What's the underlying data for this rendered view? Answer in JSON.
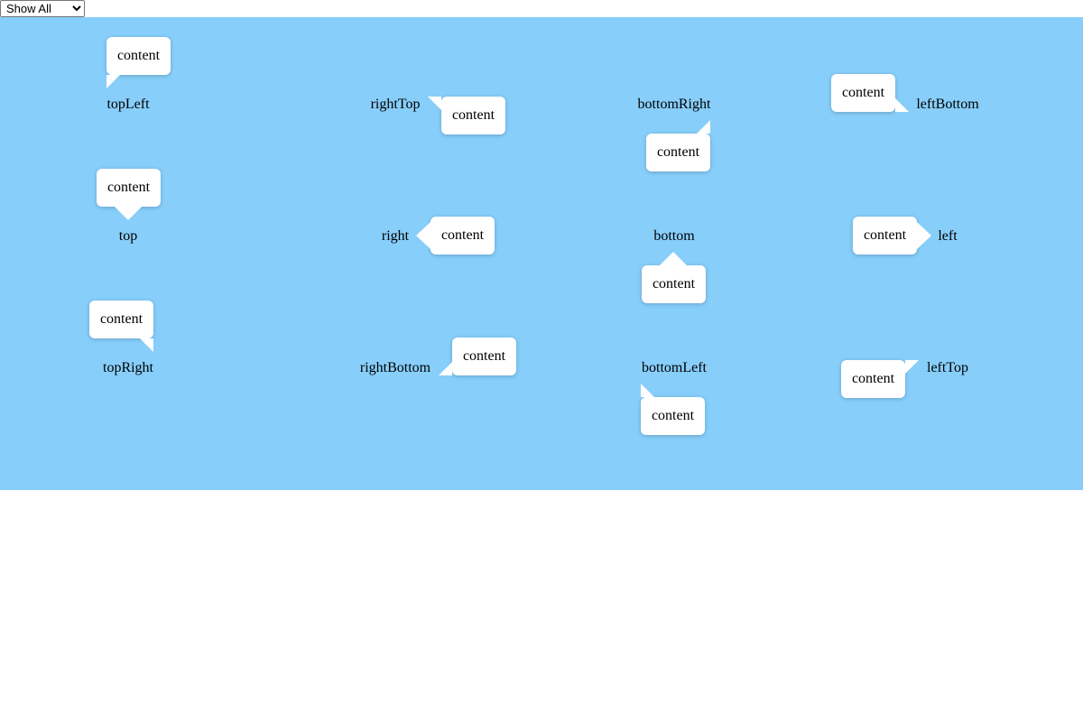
{
  "controls": {
    "mode_select": {
      "selected": "Show All",
      "options": [
        "Show All"
      ]
    }
  },
  "colors": {
    "stage_background": "#87cefa",
    "tooltip_background": "#ffffff"
  },
  "placements": [
    {
      "id": "topLeft",
      "label": "topLeft",
      "content": "content"
    },
    {
      "id": "rightTop",
      "label": "rightTop",
      "content": "content"
    },
    {
      "id": "bottomRight",
      "label": "bottomRight",
      "content": "content"
    },
    {
      "id": "leftBottom",
      "label": "leftBottom",
      "content": "content"
    },
    {
      "id": "top",
      "label": "top",
      "content": "content"
    },
    {
      "id": "right",
      "label": "right",
      "content": "content"
    },
    {
      "id": "bottom",
      "label": "bottom",
      "content": "content"
    },
    {
      "id": "left",
      "label": "left",
      "content": "content"
    },
    {
      "id": "topRight",
      "label": "topRight",
      "content": "content"
    },
    {
      "id": "rightBottom",
      "label": "rightBottom",
      "content": "content"
    },
    {
      "id": "bottomLeft",
      "label": "bottomLeft",
      "content": "content"
    },
    {
      "id": "leftTop",
      "label": "leftTop",
      "content": "content"
    }
  ]
}
